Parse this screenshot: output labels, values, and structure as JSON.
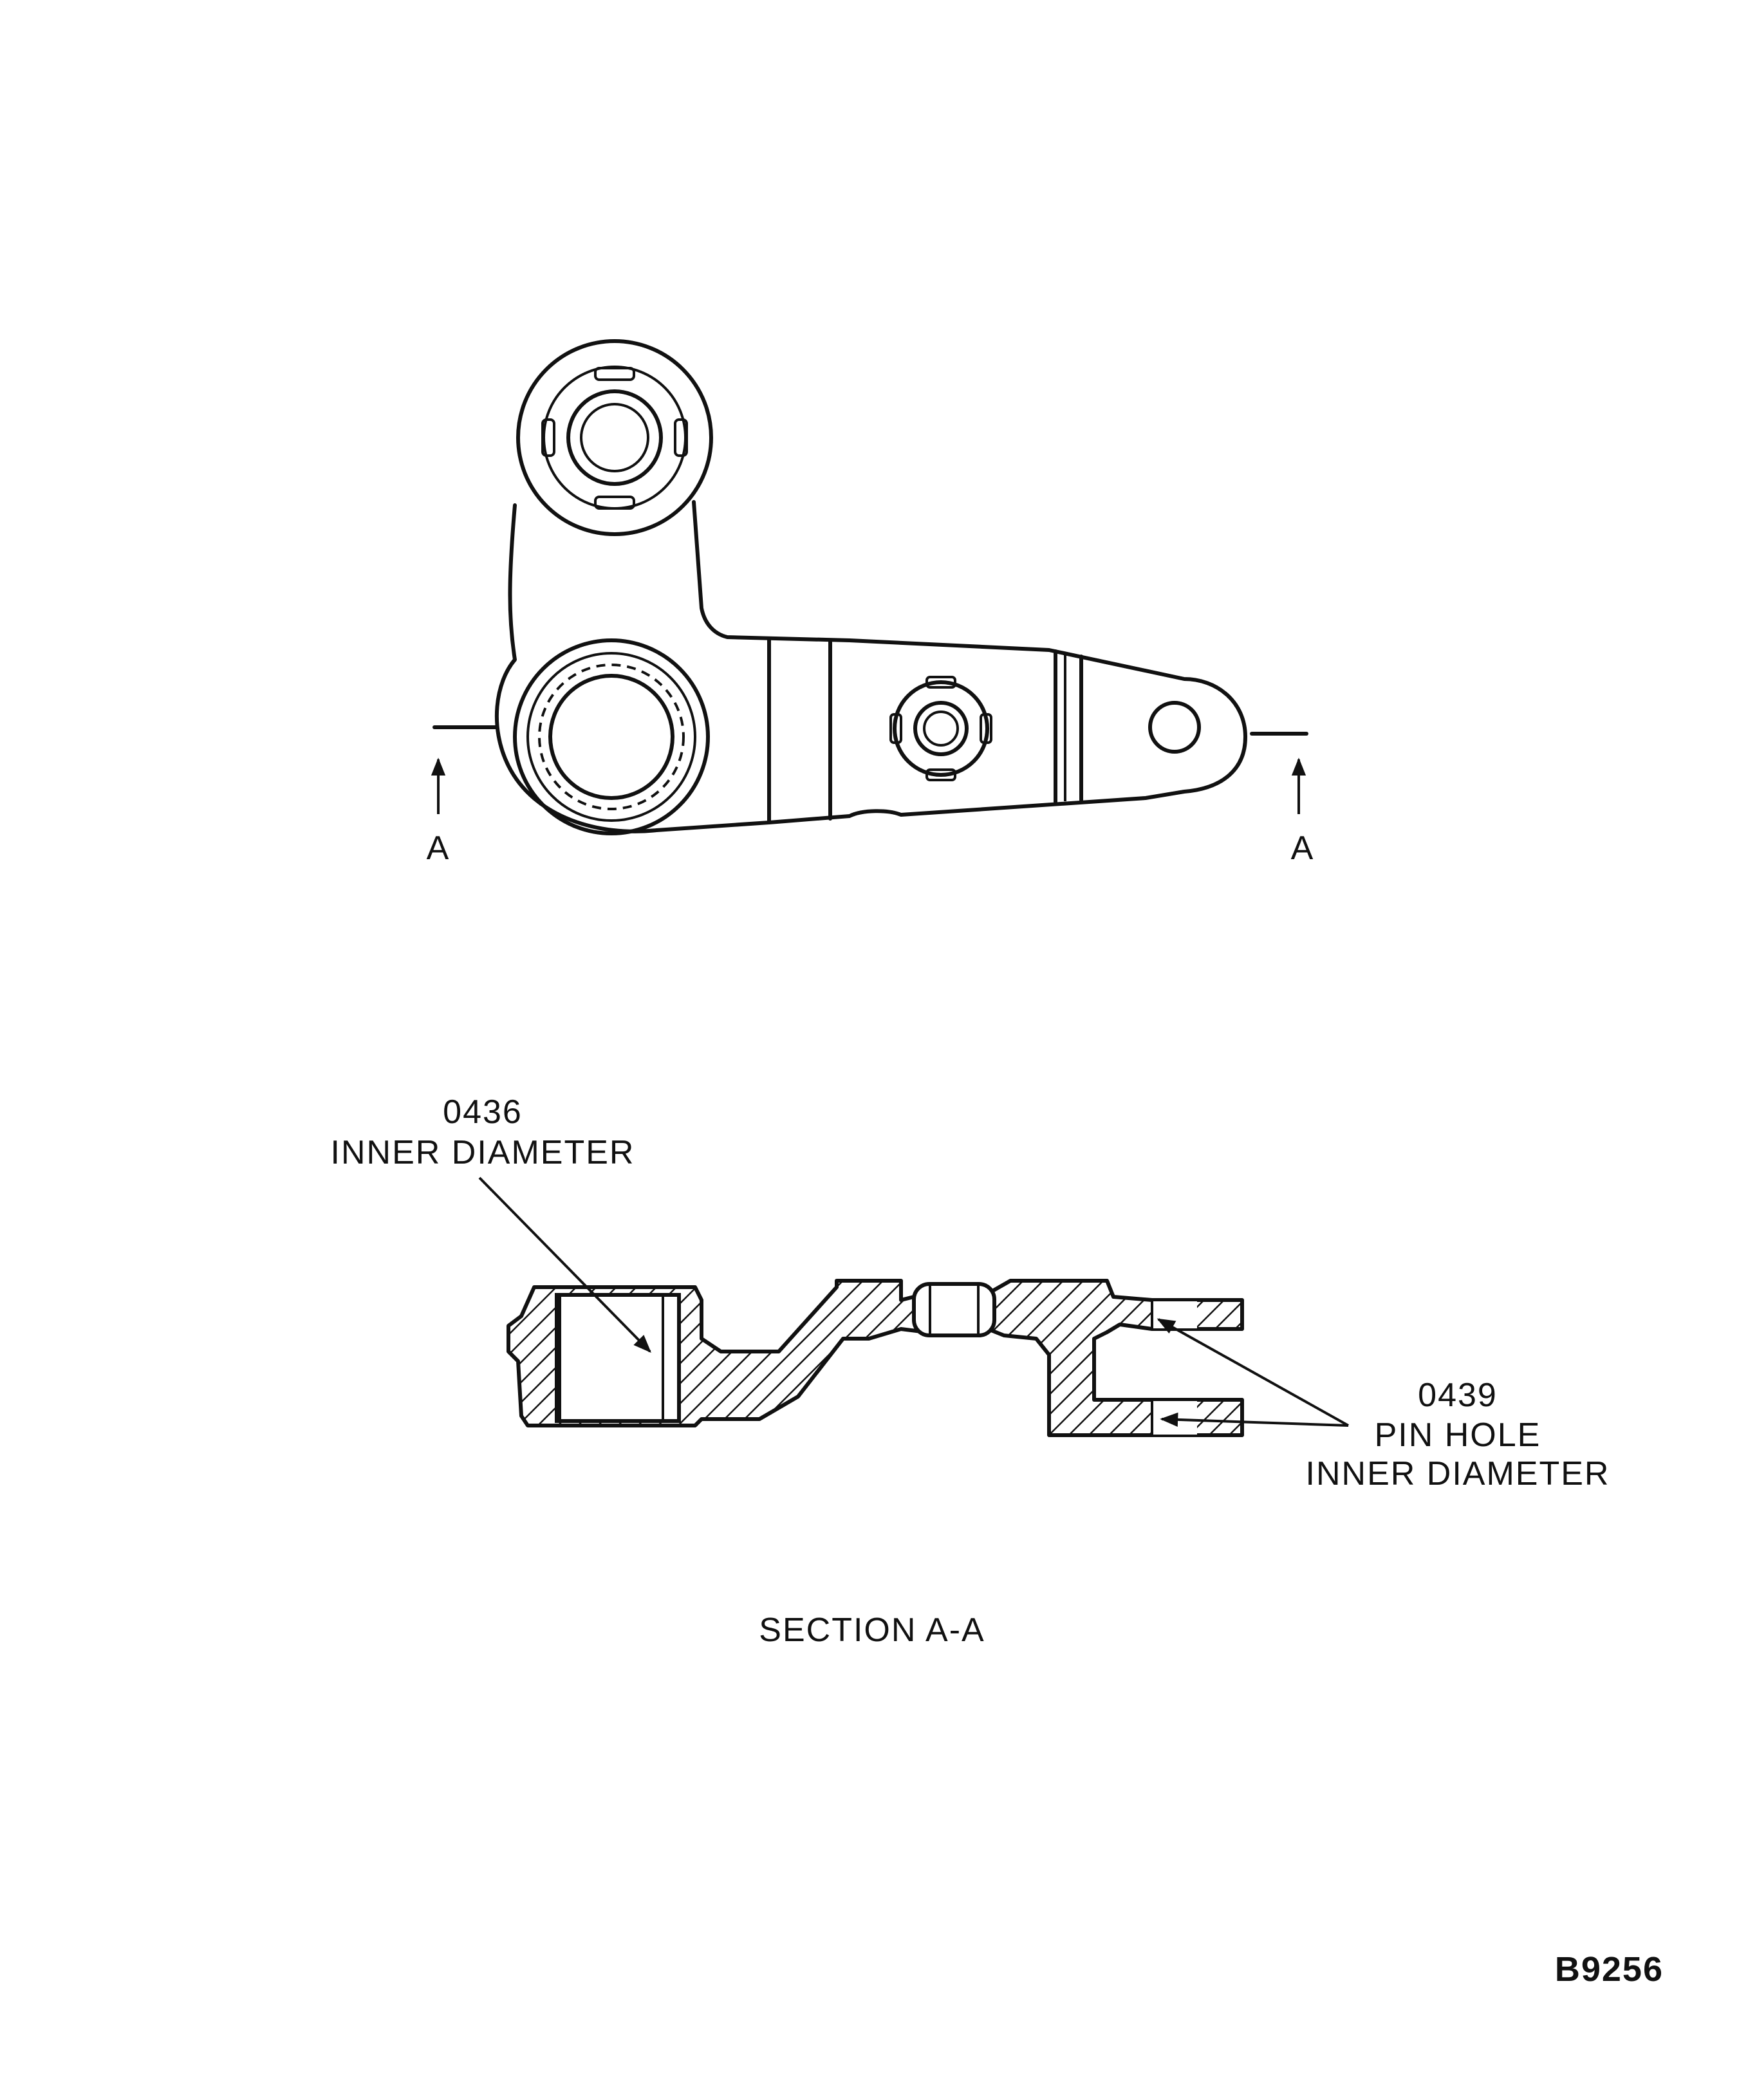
{
  "section_marker_left": "A",
  "section_marker_right": "A",
  "callout_inner_diameter": {
    "number": "0436",
    "text": "INNER DIAMETER"
  },
  "callout_pin_hole": {
    "number": "0439",
    "line1": "PIN HOLE",
    "line2": "INNER DIAMETER"
  },
  "section_caption": "SECTION A-A",
  "figure_id": "B9256"
}
